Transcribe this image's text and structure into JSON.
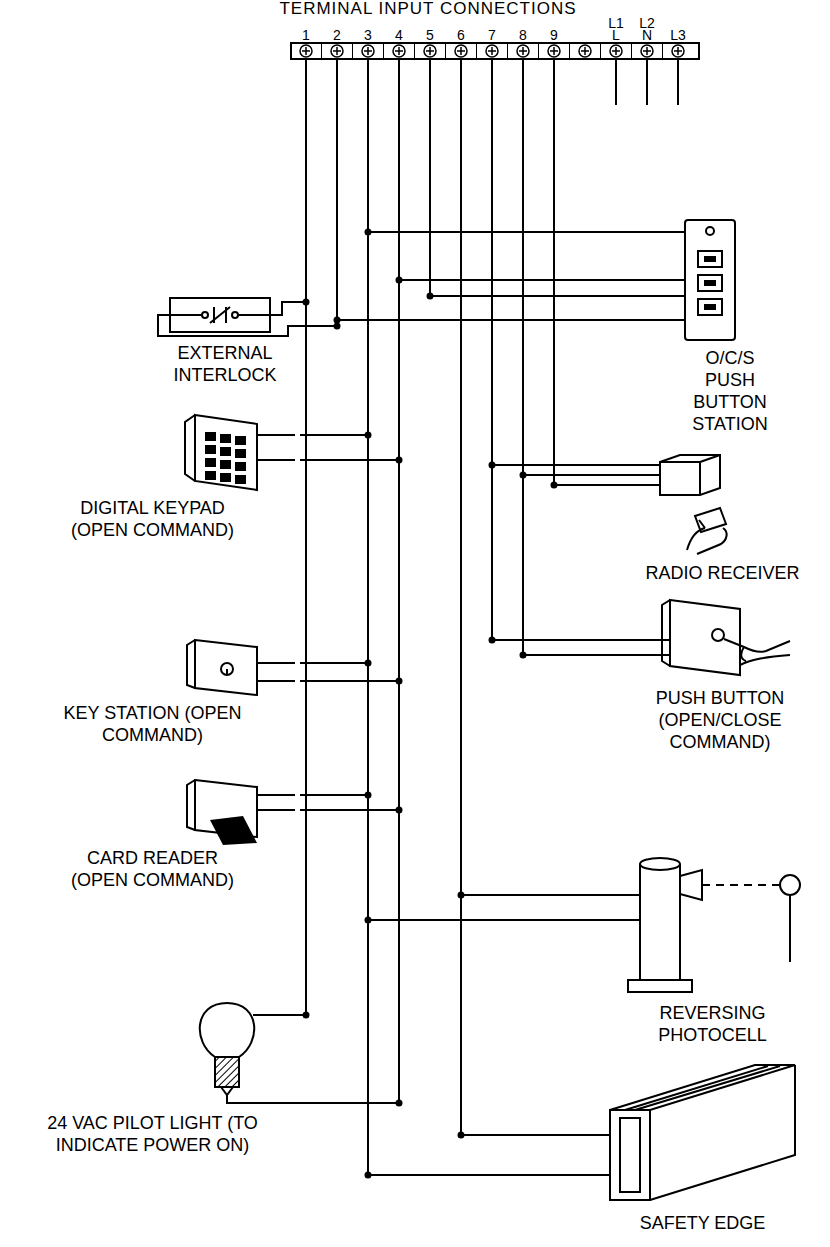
{
  "diagram": {
    "nodes": [
      {
        "text": [
          "TERMINAL INPUT CONNECTIONS"
        ]
      },
      {
        "text": [
          "1"
        ],
        "in": 0
      },
      {
        "text": [
          "2"
        ],
        "in": 0
      },
      {
        "text": [
          "3"
        ],
        "in": 0
      },
      {
        "text": [
          "4"
        ],
        "in": 0
      },
      {
        "text": [
          "5"
        ],
        "in": 0
      },
      {
        "text": [
          "6"
        ],
        "in": 0
      },
      {
        "text": [
          "7"
        ],
        "in": 0
      },
      {
        "text": [
          "8"
        ],
        "in": 0
      },
      {
        "text": [
          "9"
        ],
        "in": 0
      },
      {
        "text": [
          "L1 L"
        ],
        "in": 0
      },
      {
        "text": [
          "L2 N"
        ],
        "in": 0
      },
      {
        "text": [
          "L3"
        ],
        "in": 0
      },
      {
        "text": [
          "O/C/S PUSH BUTTON STATION"
        ]
      },
      {
        "text": [
          "EXTERNAL INTERLOCK"
        ]
      },
      {
        "text": [
          "DIGITAL KEYPAD (OPEN COMMAND)"
        ]
      },
      {
        "text": [
          "RADIO RECEIVER"
        ]
      },
      {
        "text": [
          "PUSH BUTTON (OPEN/CLOSE COMMAND)"
        ]
      },
      {
        "text": [
          "KEY STATION (OPEN COMMAND)"
        ]
      },
      {
        "text": [
          "CARD READER (OPEN COMMAND)"
        ]
      },
      {
        "text": [
          "REVERSING PHOTOCELL"
        ]
      },
      {
        "text": [
          "24 VAC PILOT LIGHT (TO INDICATE POWER ON)"
        ]
      },
      {
        "text": [
          "SAFETY EDGE"
        ]
      }
    ],
    "edges": [
      {
        "from": 13,
        "to": 3,
        "arrow": "none"
      },
      {
        "from": 13,
        "to": 4,
        "arrow": "none"
      },
      {
        "from": 13,
        "to": 5,
        "arrow": "none"
      },
      {
        "from": 13,
        "to": 2,
        "arrow": "none"
      },
      {
        "from": 14,
        "to": 1,
        "arrow": "none"
      },
      {
        "from": 14,
        "to": 2,
        "arrow": "none"
      },
      {
        "from": 15,
        "to": 3,
        "arrow": "none"
      },
      {
        "from": 15,
        "to": 4,
        "arrow": "none"
      },
      {
        "from": 16,
        "to": 7,
        "arrow": "none"
      },
      {
        "from": 16,
        "to": 8,
        "arrow": "none"
      },
      {
        "from": 16,
        "to": 9,
        "arrow": "none"
      },
      {
        "from": 17,
        "to": 7,
        "arrow": "none"
      },
      {
        "from": 17,
        "to": 8,
        "arrow": "none"
      },
      {
        "from": 18,
        "to": 3,
        "arrow": "none"
      },
      {
        "from": 18,
        "to": 4,
        "arrow": "none"
      },
      {
        "from": 19,
        "to": 3,
        "arrow": "none"
      },
      {
        "from": 19,
        "to": 4,
        "arrow": "none"
      },
      {
        "from": 20,
        "to": 6,
        "arrow": "none"
      },
      {
        "from": 20,
        "to": 3,
        "arrow": "none"
      },
      {
        "from": 21,
        "to": 1,
        "arrow": "none"
      },
      {
        "from": 21,
        "to": 4,
        "arrow": "none"
      },
      {
        "from": 22,
        "to": 6,
        "arrow": "none"
      },
      {
        "from": 22,
        "to": 3,
        "arrow": "none"
      }
    ]
  }
}
